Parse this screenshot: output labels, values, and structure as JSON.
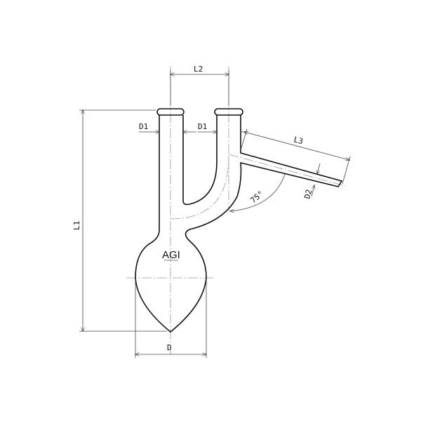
{
  "drawing": {
    "labels": {
      "L1": "L1",
      "L2": "L2",
      "L3": "L3",
      "D": "D",
      "D1_left": "D1",
      "D1_right": "D1",
      "D2": "D2",
      "angle": "75°"
    },
    "logo": "AGI",
    "colors": {
      "outline": "#111111",
      "centerline": "#999999",
      "dimension": "#444444"
    }
  }
}
